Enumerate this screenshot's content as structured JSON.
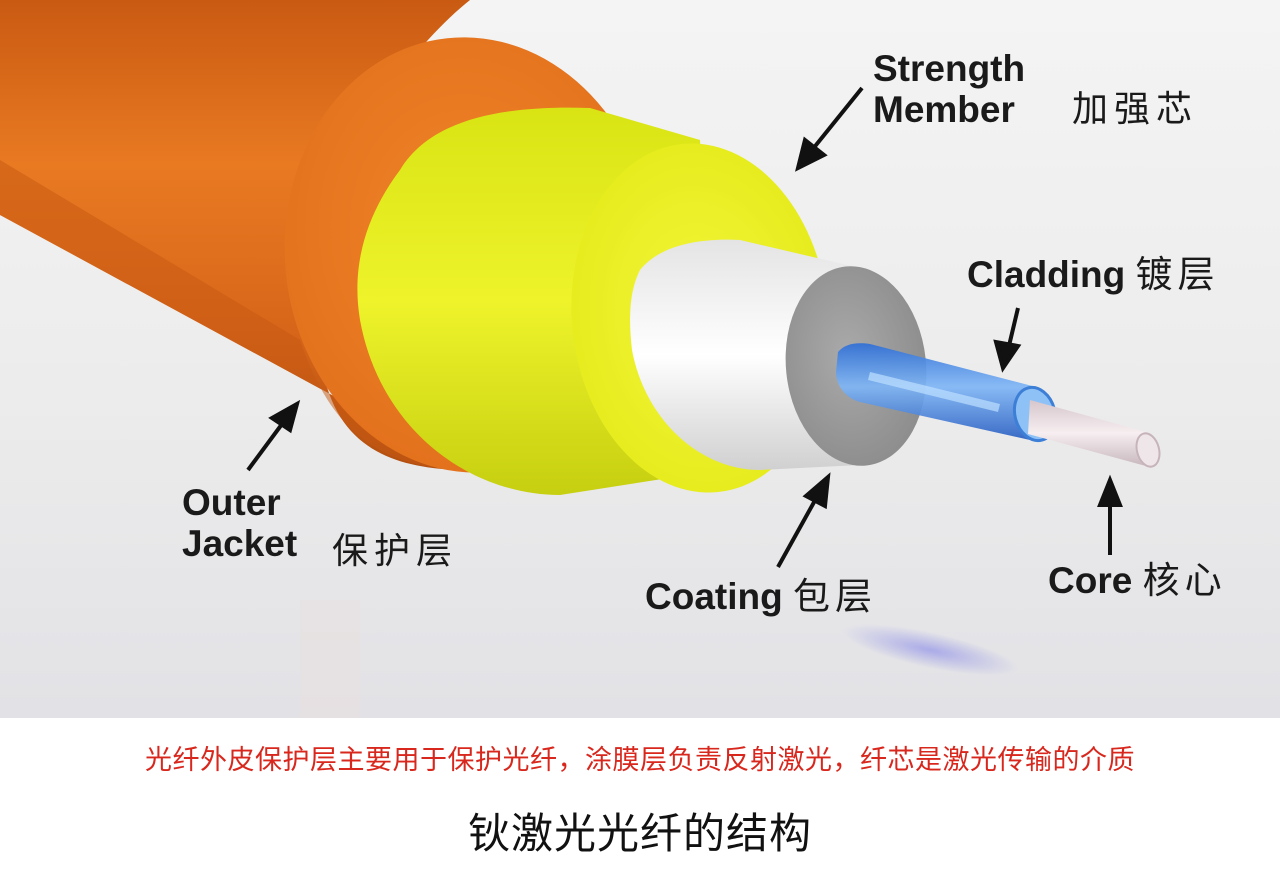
{
  "labels": {
    "strength_en_1": "Strength",
    "strength_en_2": "Member",
    "strength_cn": "加强芯",
    "cladding_en": "Cladding",
    "cladding_cn": "镀层",
    "outer_en_1": "Outer",
    "outer_en_2": "Jacket",
    "outer_cn": "保护层",
    "coating_en": "Coating",
    "coating_cn": "包层",
    "core_en": "Core",
    "core_cn": "核心"
  },
  "caption": {
    "description": "光纤外皮保护层主要用于保护光纤，涂膜层负责反射激光，纤芯是激光传输的介质",
    "title": "钬激光光纤的结构"
  },
  "colors": {
    "outer_jacket": "#e8731a",
    "strength_member": "#e6ee1e",
    "coating": "#f2f2f2",
    "coating_face": "#9a9a9a",
    "cladding": "#3a86e8",
    "core": "#e6d8dc",
    "caption_red": "#d8281e"
  }
}
